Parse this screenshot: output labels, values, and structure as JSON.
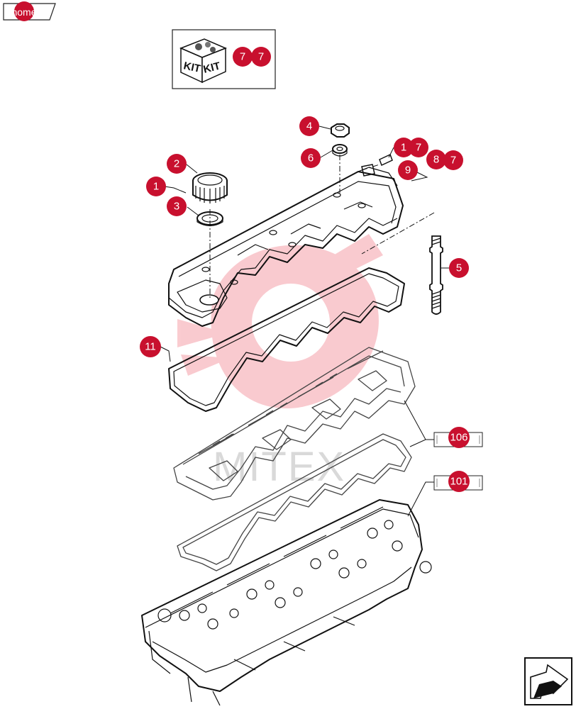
{
  "home": {
    "label": "home"
  },
  "kit": {
    "label_left": "KIT",
    "label_right": "KIT",
    "refs": [
      "7",
      "7"
    ]
  },
  "callouts": {
    "c1": "1",
    "c2": "2",
    "c3": "3",
    "c4": "4",
    "c5": "5",
    "c6": "6",
    "c7a": "7",
    "c7b": "7",
    "c8": "8",
    "c9": "9",
    "c10": "1",
    "c11": "11",
    "c106": "106",
    "c101": "101"
  },
  "watermark": {
    "text": "MITEX",
    "color": "#e8152a"
  },
  "colors": {
    "badge": "#c8102e",
    "line": "#111111"
  },
  "nav": {
    "icon": "next-page-arrow-icon"
  }
}
